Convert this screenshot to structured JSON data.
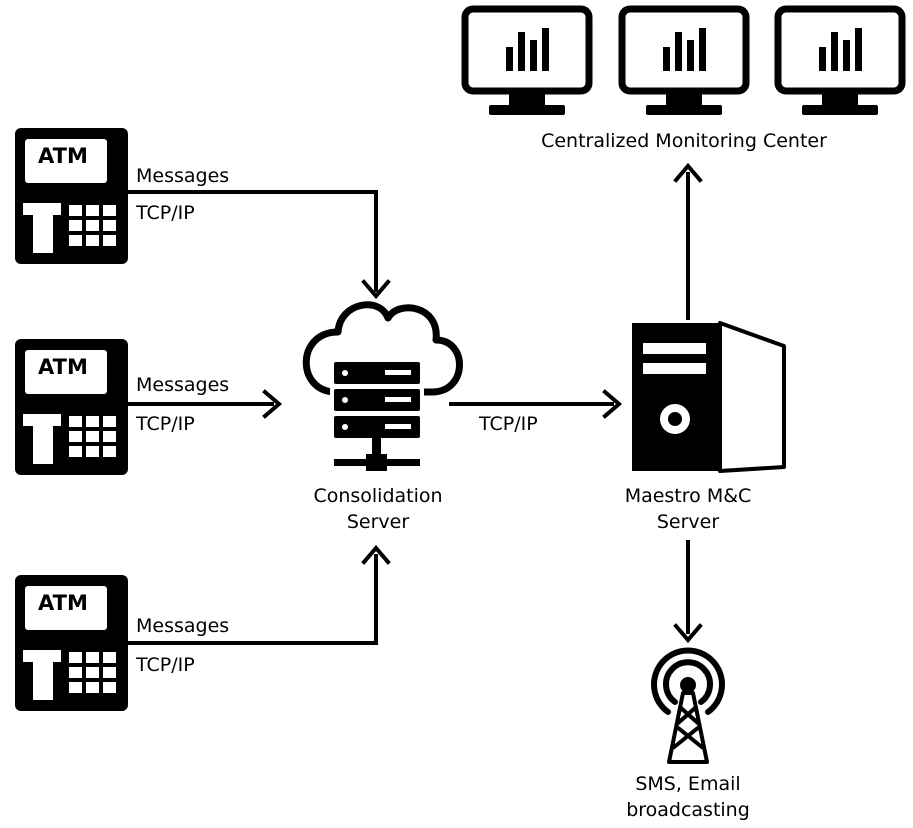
{
  "atms": [
    {
      "screen_text": "ATM",
      "label_top": "Messages",
      "label_bottom": "TCP/IP"
    },
    {
      "screen_text": "ATM",
      "label_top": "Messages",
      "label_bottom": "TCP/IP"
    },
    {
      "screen_text": "ATM",
      "label_top": "Messages",
      "label_bottom": "TCP/IP"
    }
  ],
  "consolidation_server": {
    "line1": "Consolidation",
    "line2": "Server"
  },
  "link_label": "TCP/IP",
  "mc_server": {
    "line1": "Maestro M&C",
    "line2": "Server"
  },
  "monitoring_center": {
    "label": "Centralized Monitoring Center"
  },
  "broadcast": {
    "line1": "SMS, Email",
    "line2": "broadcasting"
  },
  "icons": [
    "atm-icon",
    "cloud-server-icon",
    "tower-server-icon",
    "monitor-icon",
    "broadcast-tower-icon"
  ],
  "colors": {
    "ink": "#000000",
    "background": "#ffffff"
  }
}
